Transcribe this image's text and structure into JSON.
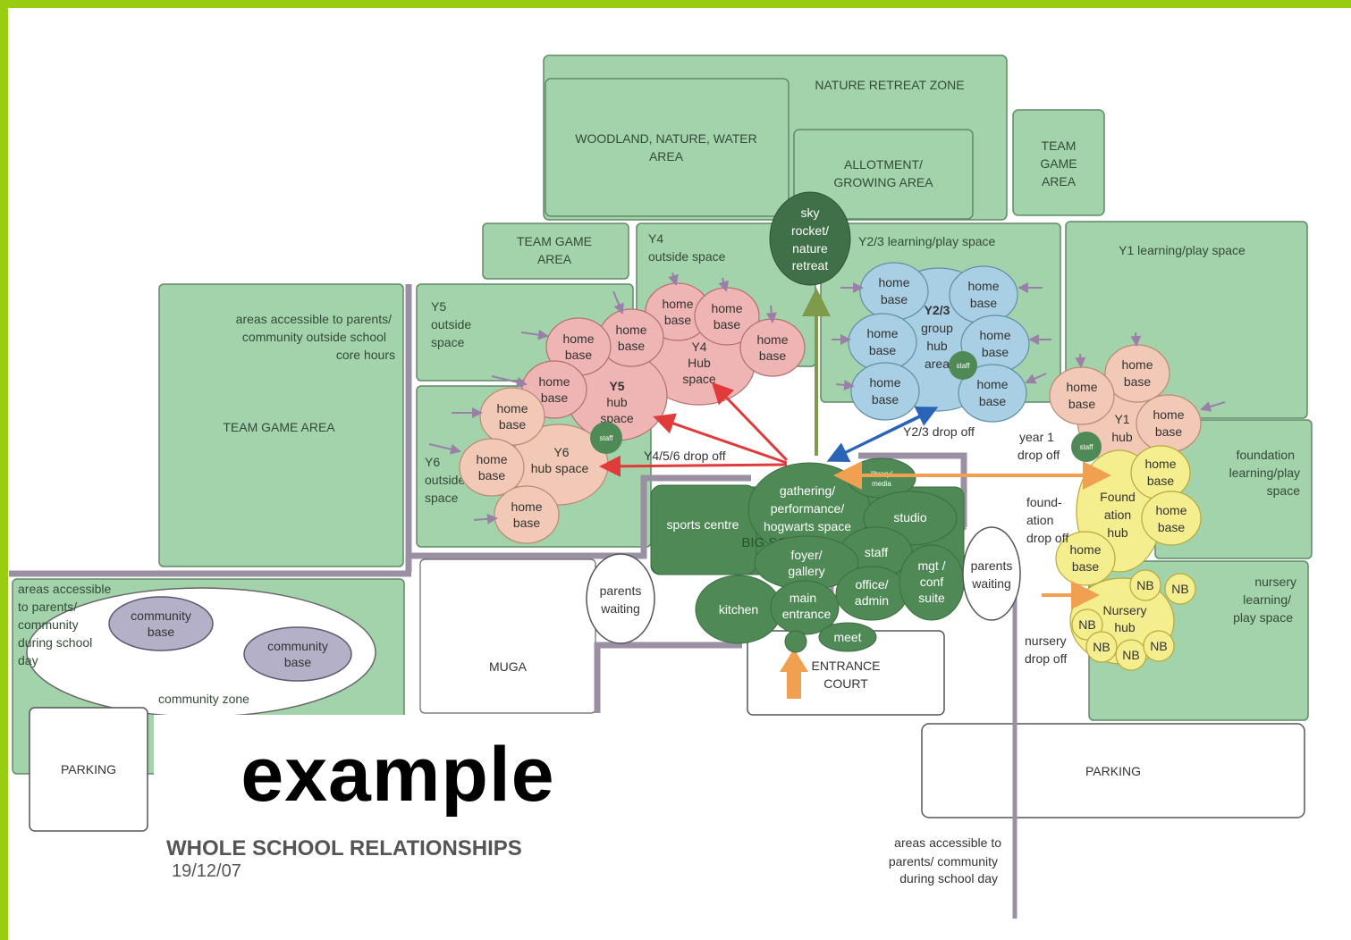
{
  "title": "WHOLE SCHOOL RELATIONSHIPS",
  "date": "19/12/07",
  "overlay": "example",
  "colors": {
    "frame": "#9acd0f",
    "zone": "#a3d3ab",
    "core": "#4f8a56",
    "y456": "#efb4b4",
    "y23": "#a8cfe3",
    "foundation": "#f5ee8f"
  },
  "zones": {
    "nature_retreat": "NATURE RETREAT ZONE",
    "woodland": [
      "WOODLAND, NATURE, WATER",
      "AREA"
    ],
    "allotment": [
      "ALLOTMENT/",
      "GROWING AREA"
    ],
    "team_game_right": [
      "TEAM",
      "GAME",
      "AREA"
    ],
    "team_game_top": [
      "TEAM GAME",
      "AREA"
    ],
    "y4_outside": [
      "Y4",
      "outside space"
    ],
    "y23_play": "Y2/3 learning/play space",
    "y1_play": "Y1 learning/play space",
    "y5_outside": [
      "Y5",
      "outside",
      "space"
    ],
    "y6_outside": [
      "Y6",
      "outside",
      "space"
    ],
    "parents_areas_left": [
      "areas accessible to parents/",
      "community outside school",
      "core hours"
    ],
    "team_game_left": "TEAM GAME AREA",
    "community_day": [
      "areas accessible",
      "to parents/",
      "community",
      "during school",
      "day"
    ],
    "community_base": [
      "community",
      "base"
    ],
    "community_zone": "community zone",
    "parking": "PARKING",
    "muga": "MUGA",
    "entrance_court": [
      "ENTRANCE",
      "COURT"
    ],
    "foundation_play": [
      "foundation",
      "learning/play",
      "space"
    ],
    "nursery_play": [
      "nursery",
      "learning/",
      "play space"
    ],
    "parents_areas_bottom": [
      "areas accessible to",
      "parents/ community",
      "during school day"
    ]
  },
  "core": {
    "sky_rocket": [
      "sky",
      "rocket/",
      "nature",
      "retreat"
    ],
    "gathering": [
      "gathering/",
      "performance/",
      "hogwarts space"
    ],
    "sports_centre": "sports centre",
    "big_school": "BIG SCHOOL",
    "studio": "studio",
    "staff": "staff",
    "foyer": [
      "foyer/",
      "gallery"
    ],
    "kitchen": "kitchen",
    "main_entrance": [
      "main",
      "entrance"
    ],
    "office": [
      "office/",
      "admin"
    ],
    "mgt": [
      "mgt /",
      "conf",
      "suite"
    ],
    "meet": "meet",
    "media": [
      "library/",
      "media"
    ]
  },
  "bubbles": {
    "home_base": [
      "home",
      "base"
    ],
    "y4_hub": [
      "Y4",
      "Hub",
      "space"
    ],
    "y5_hub": [
      "Y5",
      "hub",
      "space"
    ],
    "y6_hub": [
      "Y6",
      "hub space"
    ],
    "y23_hub": [
      "Y2/3",
      "group",
      "hub",
      "area"
    ],
    "y1_hub": [
      "Y1",
      "hub"
    ],
    "found_hub": [
      "Found",
      "ation",
      "hub"
    ],
    "nursery_hub": [
      "Nursery",
      "hub"
    ],
    "nb": "NB",
    "staff_small": "staff",
    "parents_waiting": [
      "parents",
      "waiting"
    ]
  },
  "drop_offs": {
    "y456": "Y4/5/6  drop off",
    "y23": "Y2/3  drop off",
    "year1": [
      "year 1",
      "drop off"
    ],
    "foundation": [
      "found-",
      "ation",
      "drop off"
    ],
    "nursery": [
      "nursery",
      "drop off"
    ]
  }
}
